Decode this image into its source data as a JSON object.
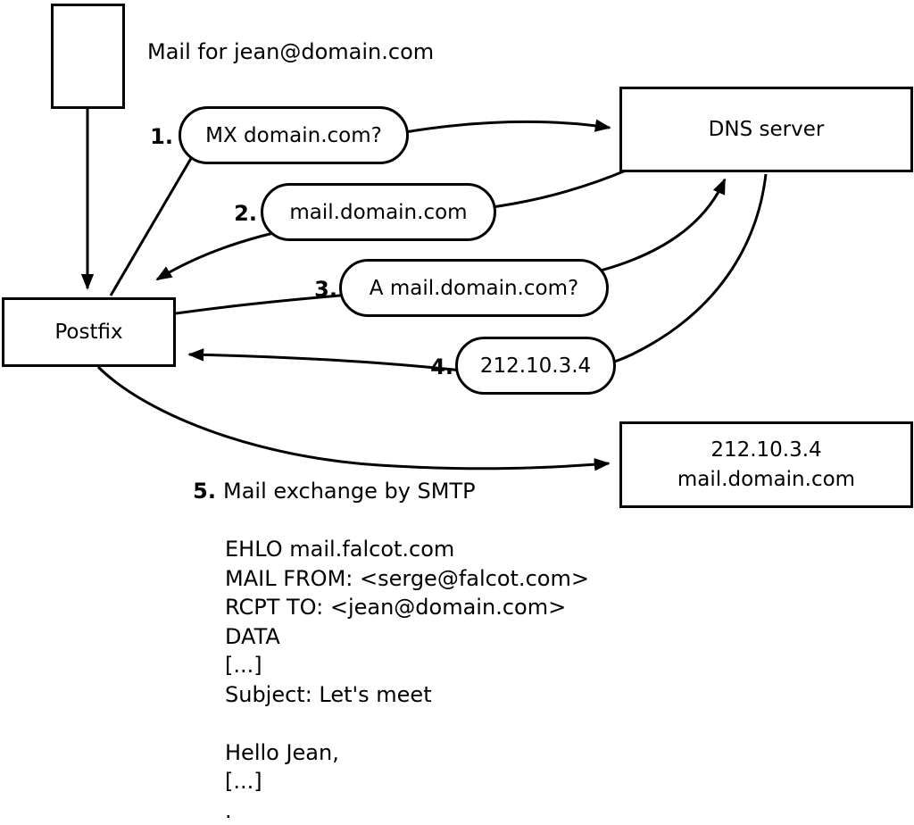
{
  "diagram": {
    "title_note": "Mail for jean@domain.com",
    "postfix": {
      "label": "Postfix"
    },
    "dns_server": {
      "label": "DNS server"
    },
    "steps": [
      {
        "num": "1.",
        "label": "MX domain.com?"
      },
      {
        "num": "2.",
        "label": "mail.domain.com"
      },
      {
        "num": "3.",
        "label": "A mail.domain.com?"
      },
      {
        "num": "4.",
        "label": "212.10.3.4"
      },
      {
        "num": "5.",
        "label": "Mail exchange by SMTP"
      }
    ],
    "mail_server_box": {
      "line1": "212.10.3.4",
      "line2": "mail.domain.com"
    },
    "smtp_session": {
      "lines": [
        "EHLO mail.falcot.com",
        "MAIL FROM: <serge@falcot.com>",
        "RCPT TO: <jean@domain.com>",
        "DATA",
        "[...]",
        "Subject: Let's meet",
        "",
        "Hello Jean,",
        "[...]",
        "."
      ]
    },
    "colors": {
      "stroke": "#000000",
      "background": "#ffffff"
    }
  }
}
